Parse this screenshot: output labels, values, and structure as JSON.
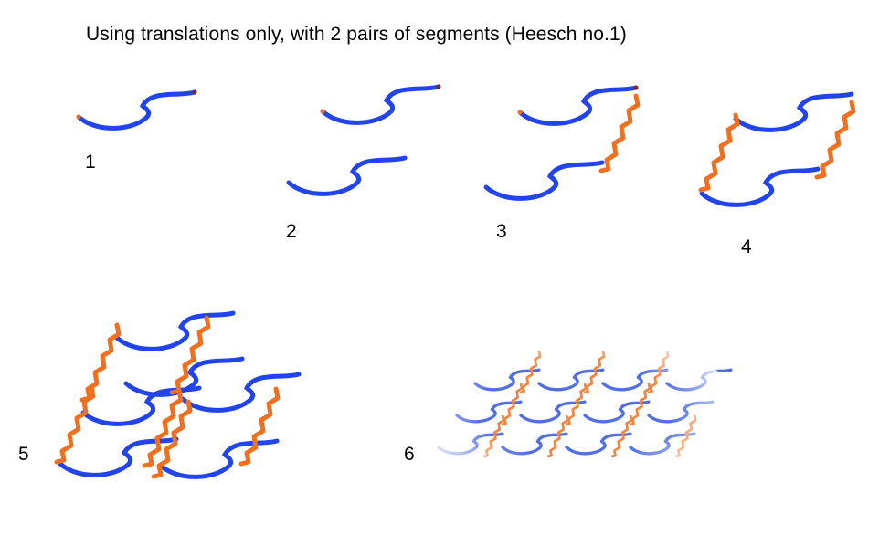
{
  "title": "Using translations only, with 2 pairs of segments (Heesch no.1)",
  "steps": [
    {
      "label": "1"
    },
    {
      "label": "2"
    },
    {
      "label": "3"
    },
    {
      "label": "4"
    },
    {
      "label": "5"
    },
    {
      "label": "6"
    }
  ],
  "colors": {
    "blue_segment": "#2244ee",
    "orange_segment": "#f07020",
    "vertex_marker": "#7a2a2a",
    "text": "#000000",
    "background": "#ffffff"
  }
}
